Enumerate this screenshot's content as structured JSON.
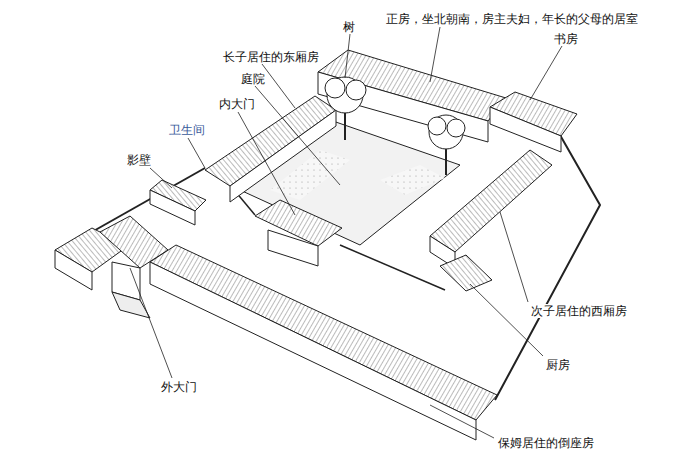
{
  "diagram": {
    "labels": [
      "树",
      "正房，坐北朝南，房主夫妇，年长的父母的居室",
      "书房",
      "长子居住的东厢房",
      "庭院",
      "内大门",
      "卫生间",
      "影壁",
      "次子居住的西厢房",
      "厨房",
      "外大门",
      "保姆居住的倒座房"
    ]
  }
}
